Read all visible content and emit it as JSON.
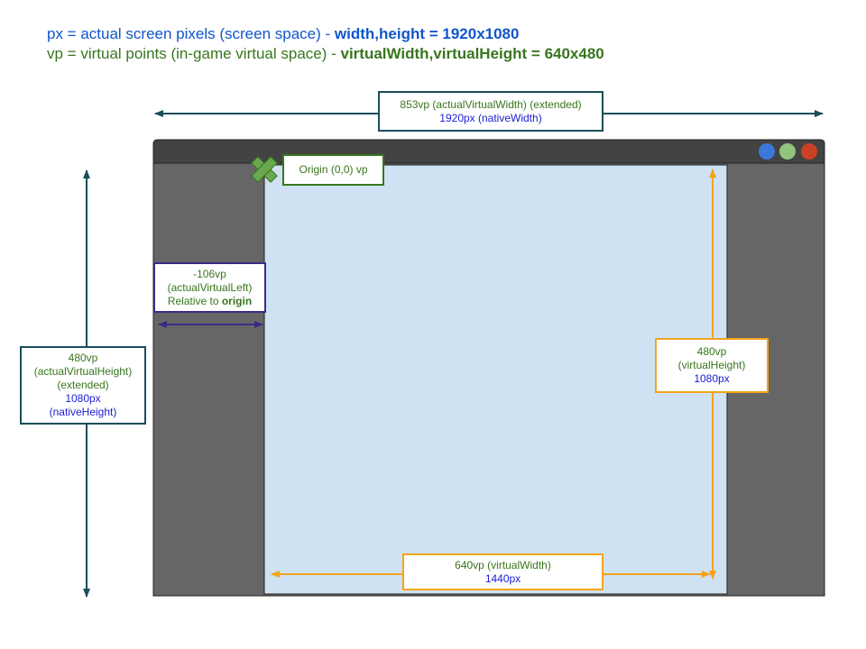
{
  "header": {
    "line1_text": "px = actual screen pixels (screen space) - ",
    "line1_bold": "width,height = 1920x1080",
    "line2_text": "vp = virtual points (in-game virtual space) - ",
    "line2_bold": "virtualWidth,virtualHeight = 640x480"
  },
  "labels": {
    "actual_width": {
      "line1": "853vp (actualVirtualWidth) (extended)",
      "line2": "1920px (nativeWidth)"
    },
    "origin": "Origin (0,0) vp",
    "actual_left": {
      "line1": "-106vp",
      "line2": "(actualVirtualLeft)",
      "line3_prefix": "Relative to ",
      "line3_bold": "origin"
    },
    "actual_height": {
      "line1": "480vp",
      "line2": "(actualVirtualHeight)",
      "line3": "(extended)",
      "line4": "1080px",
      "line5": "(nativeHeight)"
    },
    "virtual_height": {
      "line1": "480vp",
      "line2": "(virtualHeight)",
      "line3": "1080px"
    },
    "virtual_width": {
      "line1": "640vp (virtualWidth)",
      "line2": "1440px"
    }
  },
  "window_buttons": [
    {
      "name": "blue-window-button",
      "color": "#3c78d8"
    },
    {
      "name": "green-window-button",
      "color": "#93c47d"
    },
    {
      "name": "red-window-button",
      "color": "#cc4125"
    }
  ],
  "colors": {
    "header_blue": "#1155cc",
    "header_green": "#38761d",
    "viewport_fill": "#cfe2f3",
    "screen_fill": "#666666",
    "titlebar_fill": "#434343",
    "teal_arrow": "#1b4d5a",
    "orange_arrow": "#f5a31a",
    "purple_arrow": "#3b2a86",
    "origin_marker": "#6aa84f"
  }
}
